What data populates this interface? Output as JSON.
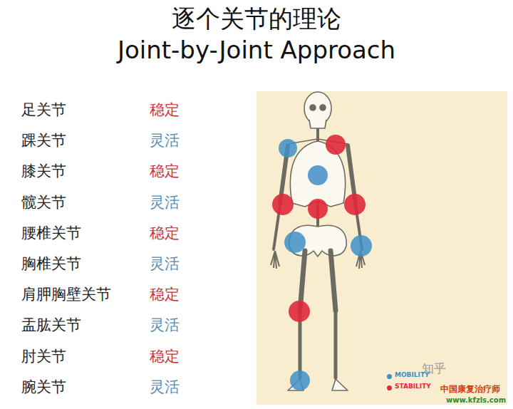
{
  "diagram": {
    "title": "逐个关节的理论",
    "labels": [
      "Joint-by-Joint Approach",
      "足关节",
      "稳定",
      "踝关节",
      "灵活",
      "膝关节",
      "稳定",
      "髋关节",
      "灵活",
      "腰椎关节",
      "稳定",
      "胸椎关节",
      "灵活",
      "肩胛胸壁关节",
      "稳定",
      "盂肱关节",
      "灵活",
      "肘关节",
      "稳定",
      "腕关节",
      "灵活",
      "知乎",
      "中国康复治疗师",
      "www.kfzls.com"
    ],
    "legend": [
      {
        "text": "MOBILITY",
        "color": "#3f8fc8"
      },
      {
        "text": "STABILITY",
        "color": "#e0283a"
      }
    ]
  }
}
